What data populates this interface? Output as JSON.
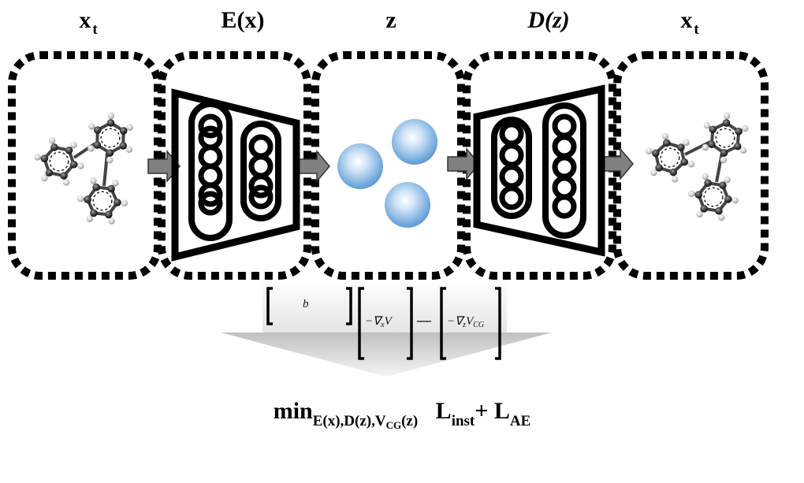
{
  "diagram": {
    "headers": {
      "input": {
        "main": "x",
        "sub": "t"
      },
      "encoder": {
        "main": "E(x)"
      },
      "latent": {
        "main": "z"
      },
      "decoder": {
        "main": "D(z)"
      },
      "output": {
        "main": "x",
        "sub": "t"
      }
    },
    "matrix": {
      "b": "b",
      "grad_x_op": "−∇",
      "grad_x_sub": "x",
      "grad_x_tail": "V",
      "minus": "—",
      "grad_z_op": "−∇",
      "grad_z_sub": "z",
      "grad_z_V": "V",
      "grad_z_Vsub": "CG"
    },
    "loss": {
      "min": "min",
      "min_sub": "E(x),D(z),V",
      "min_sub_cg": "CG",
      "min_sub_tail": "(z)",
      "L1": "L",
      "L1_sub": "inst",
      "plus": "+ ",
      "L2": "L",
      "L2_sub": "AE"
    },
    "colors": {
      "border": "#000000",
      "arrow_fill": "#808080",
      "latent_sphere": "#6fa8dc",
      "funnel_dark": "#8c8c8c"
    },
    "icons": [
      "molecule-icon",
      "encoder-network-icon",
      "latent-spheres-icon",
      "decoder-network-icon",
      "right-arrow-icon"
    ]
  }
}
